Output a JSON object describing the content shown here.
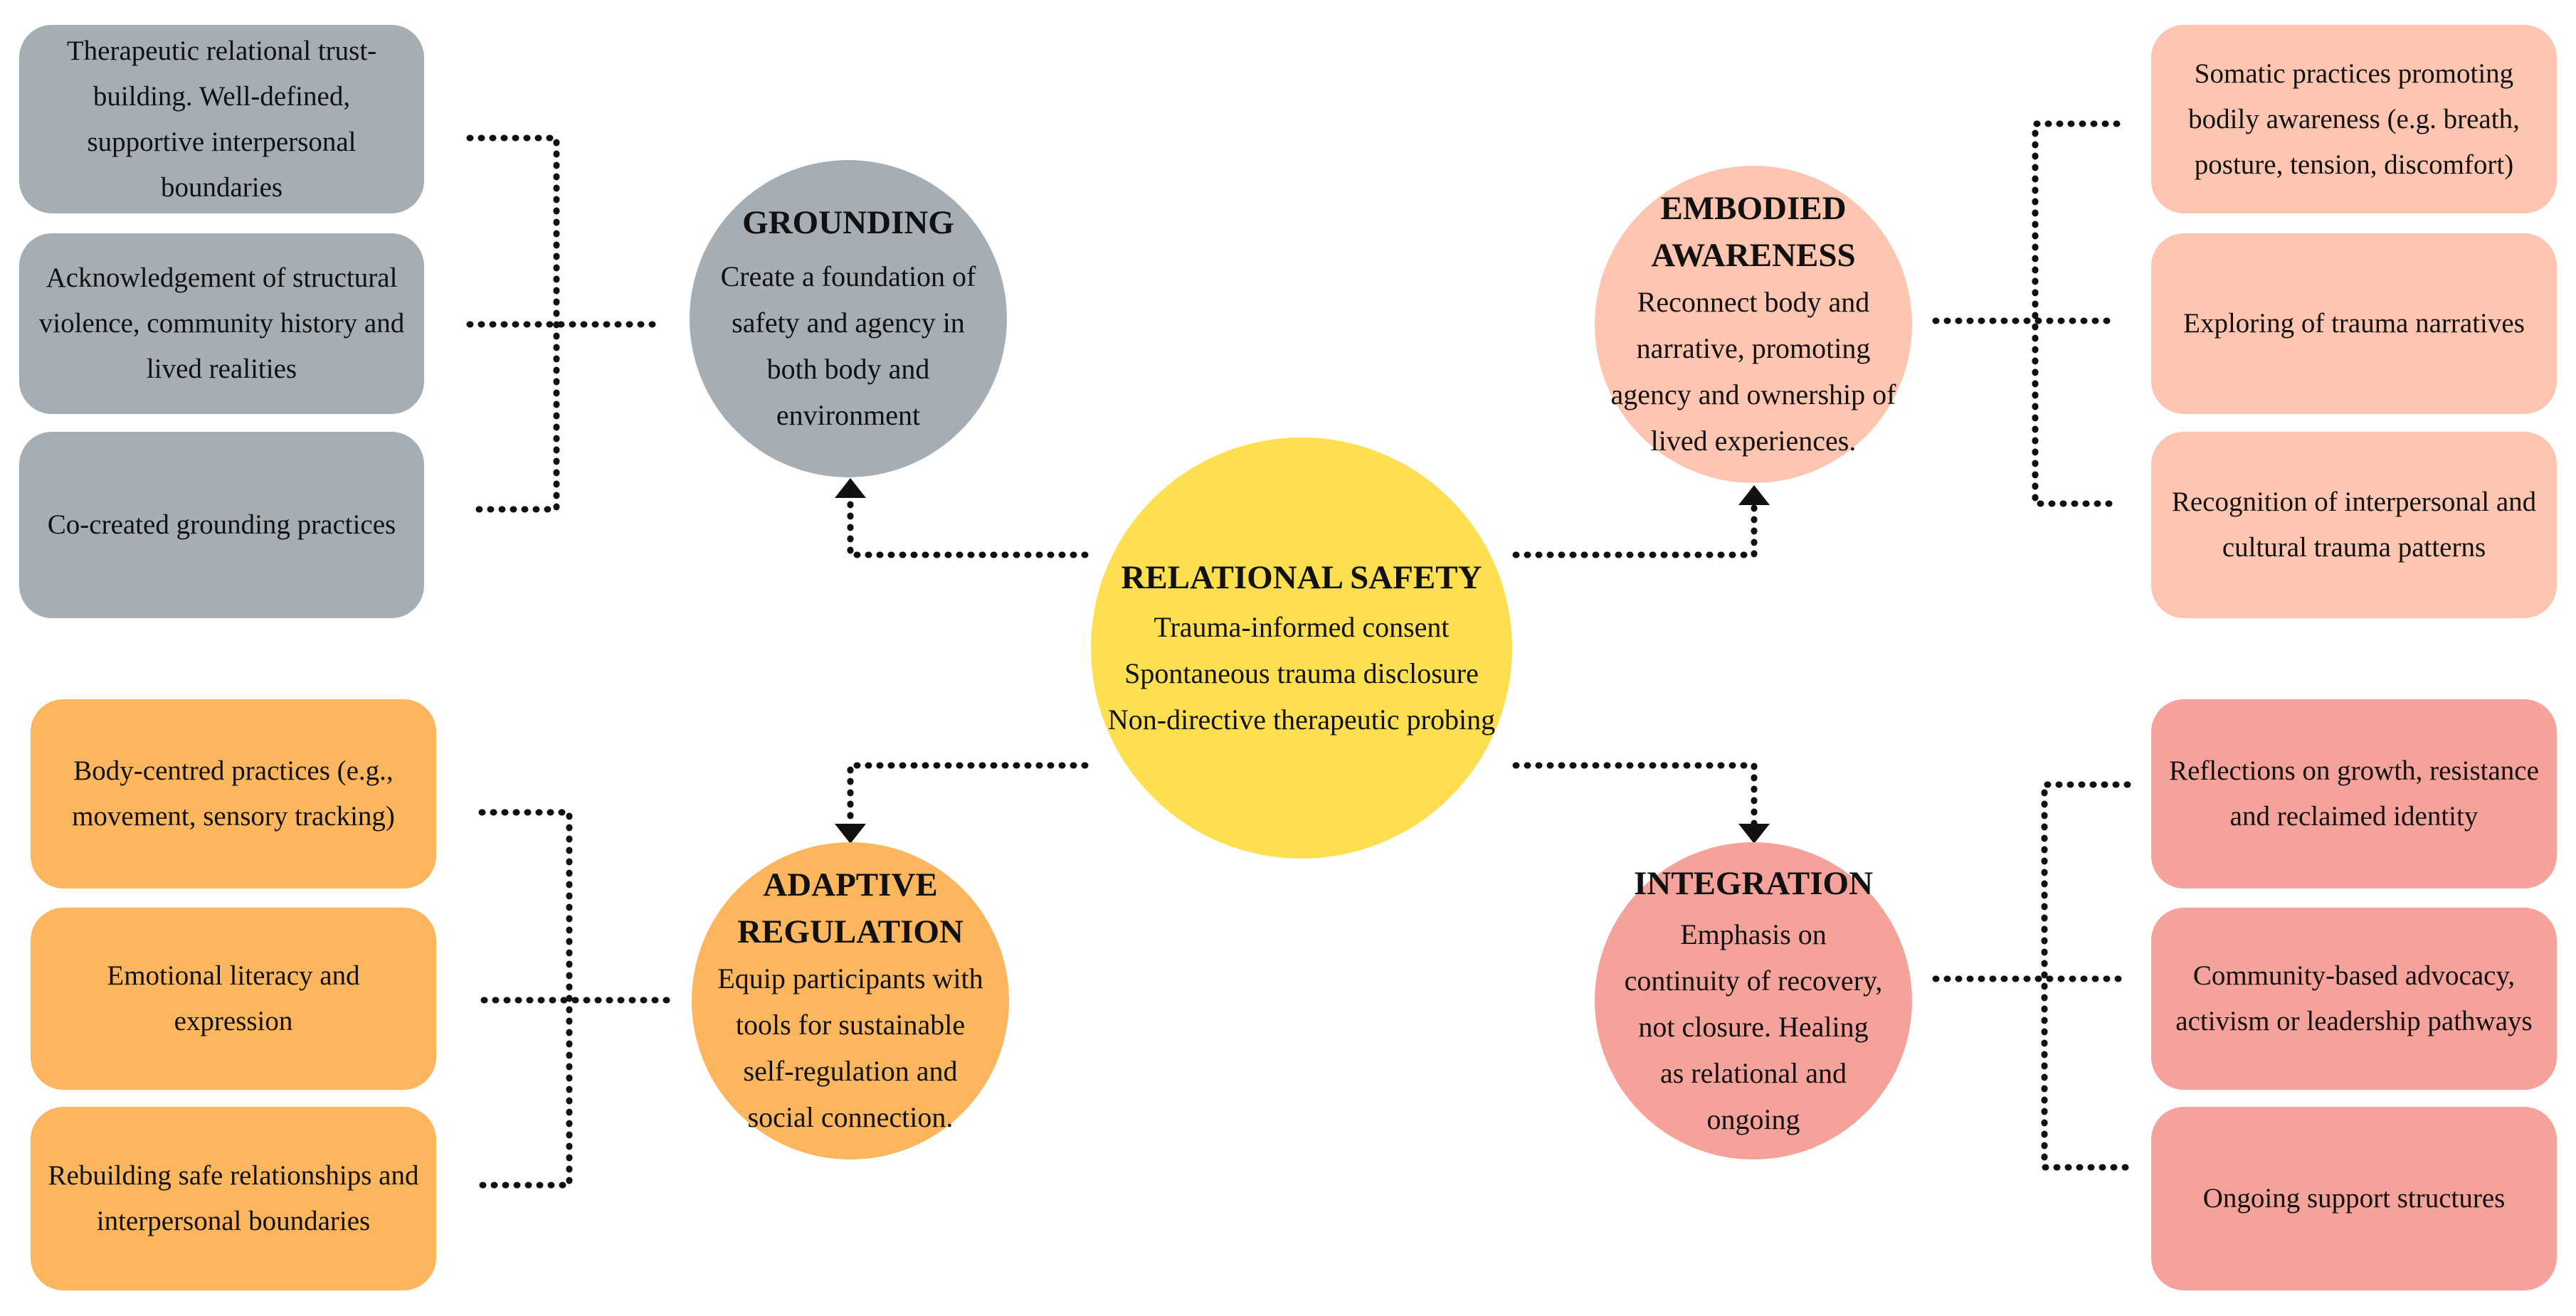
{
  "colors": {
    "grounding": "#a5aeb4",
    "embodied": "#fec5b1",
    "adaptive": "#fcb65e",
    "integration": "#f4a29a",
    "relational": "#fddf4f",
    "connector": "#111111"
  },
  "center": {
    "title": "RELATIONAL SAFETY",
    "lines": [
      "Trauma-informed consent",
      "Spontaneous trauma disclosure",
      "Non-directive therapeutic probing"
    ]
  },
  "grounding": {
    "title": "GROUNDING",
    "body": "Create a foundation of safety and agency in both body and environment",
    "items": [
      "Therapeutic relational trust-building. Well-defined, supportive interpersonal boundaries",
      "Acknowledgement of structural violence, community history and lived realities",
      "Co-created grounding practices"
    ]
  },
  "embodied": {
    "title": "EMBODIED AWARENESS",
    "body": "Reconnect body and narrative, promoting agency and ownership of lived experiences.",
    "items": [
      "Somatic practices promoting bodily awareness (e.g. breath, posture, tension, discomfort)",
      "Exploring of trauma narratives",
      "Recognition of interpersonal and cultural trauma patterns"
    ]
  },
  "adaptive": {
    "title": "ADAPTIVE REGULATION",
    "body": "Equip participants with tools for sustainable self-regulation and social connection.",
    "items": [
      "Body-centred practices (e.g., movement, sensory tracking)",
      "Emotional literacy and expression",
      "Rebuilding safe relationships and interpersonal boundaries"
    ]
  },
  "integration": {
    "title": "INTEGRATION",
    "body": "Emphasis on continuity of recovery, not closure. Healing as relational and ongoing",
    "items": [
      "Reflections on growth, resistance and reclaimed identity",
      "Community-based advocacy, activism or leadership pathways",
      "Ongoing support structures"
    ]
  }
}
